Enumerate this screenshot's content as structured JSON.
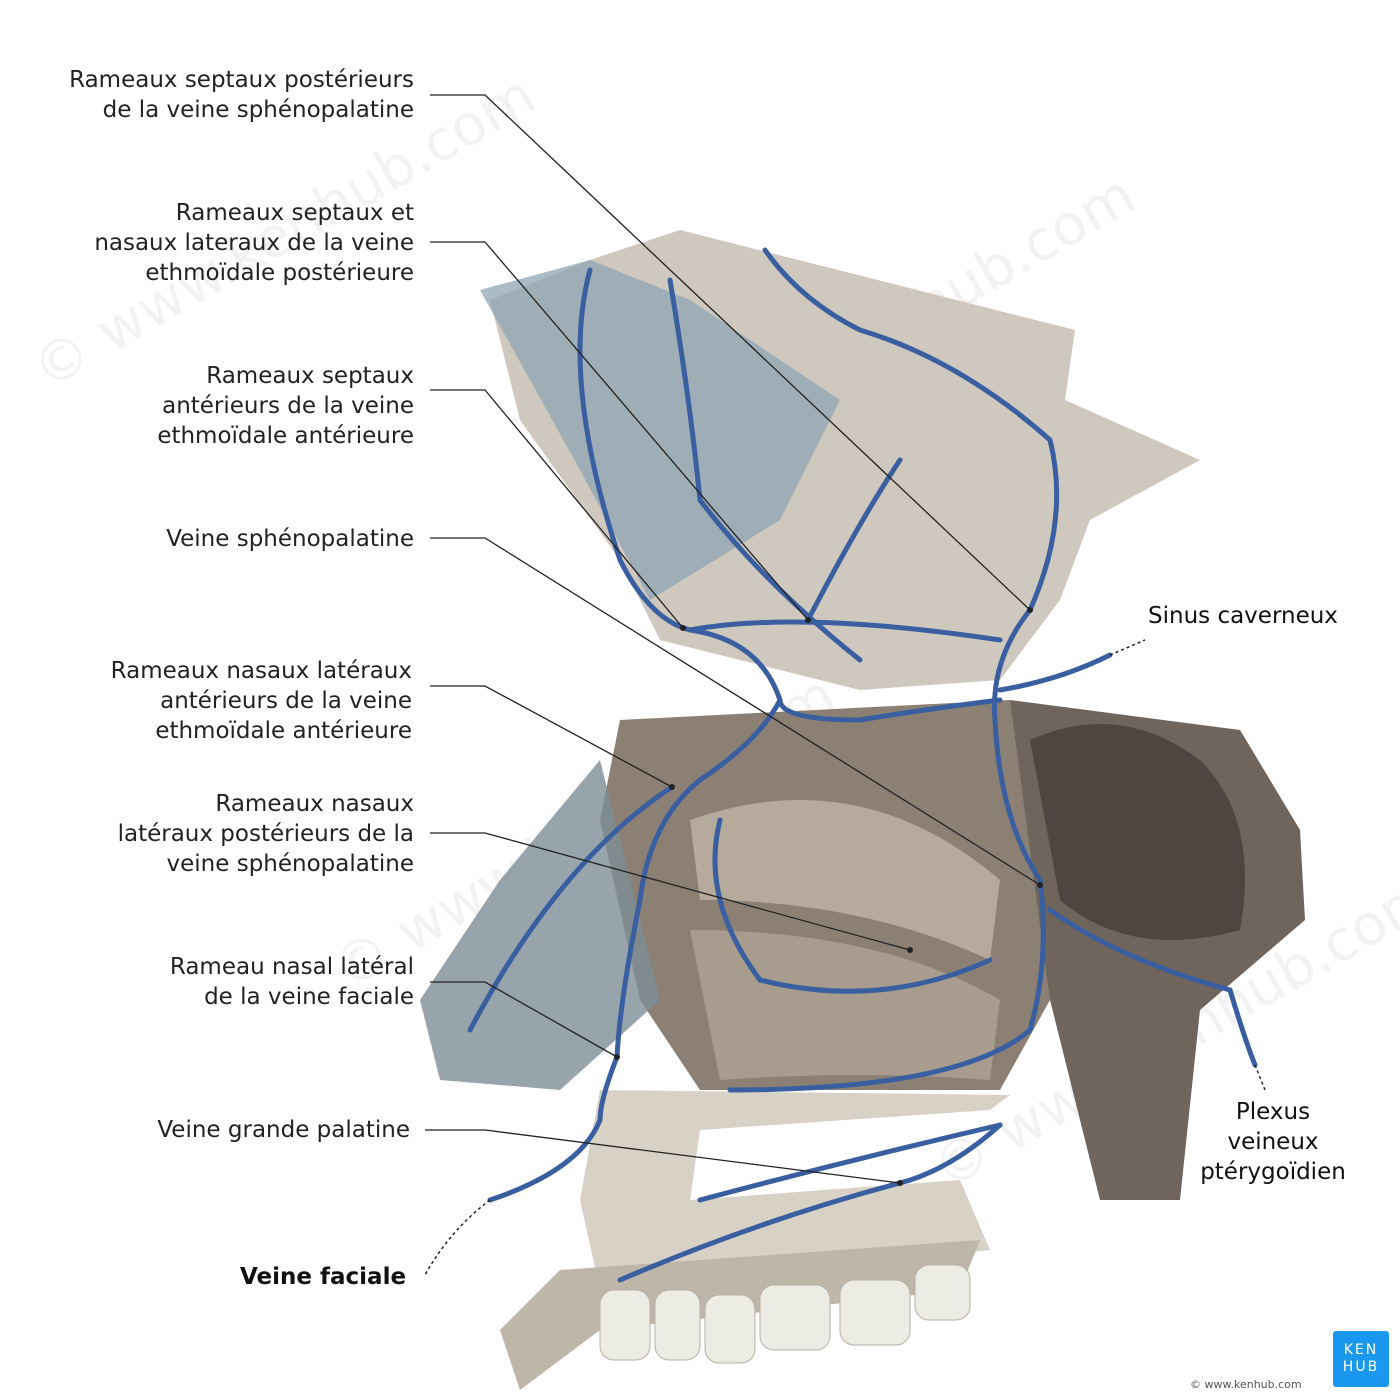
{
  "labels_left": [
    {
      "text": "Rameaux septaux postérieurs\nde la veine sphénopalatine"
    },
    {
      "text": "Rameaux septaux et\nnasaux lateraux de la veine\nethmoïdale postérieure"
    },
    {
      "text": "Rameaux septaux\nantérieurs de la veine\nethmoïdale antérieure"
    },
    {
      "text": "Veine sphénopalatine"
    },
    {
      "text": "Rameaux nasaux latéraux\nantérieurs de la veine\nethmoïdale antérieure"
    },
    {
      "text": "Rameaux nasaux\nlatéraux postérieurs de la\nveine sphénopalatine"
    },
    {
      "text": "Rameau nasal latéral\nde la veine faciale"
    },
    {
      "text": "Veine grande palatine"
    }
  ],
  "labels_other": {
    "sinus": "Sinus caverneux",
    "plexus": "Plexus\nveineux\nptérygoïdien",
    "faciale": "Veine faciale"
  },
  "logo": {
    "line1": "KEN",
    "line2": "HUB"
  },
  "copyright": "© www.kenhub.com",
  "watermark": "© www.kenhub.com",
  "colors": {
    "vein": "#3a5fa0",
    "bone": "#c9c1b6",
    "dark": "#7d7166",
    "logo": "#1a98f0"
  }
}
